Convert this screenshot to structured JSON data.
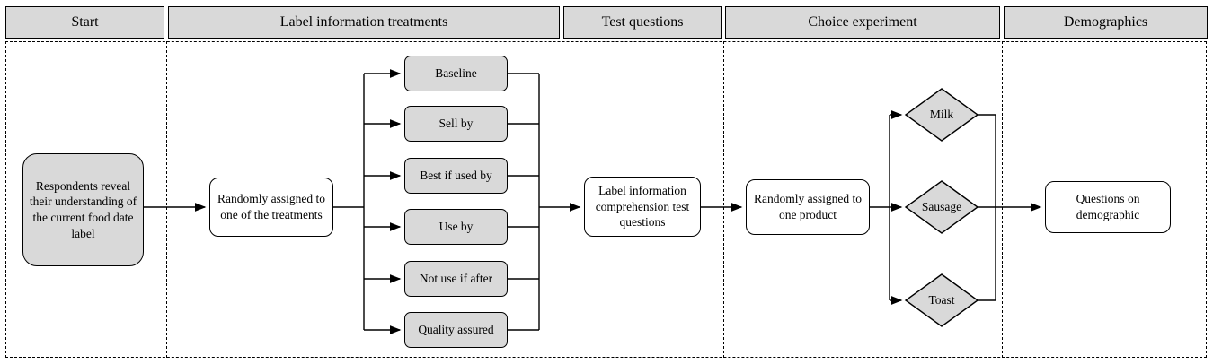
{
  "lanes": [
    {
      "title": "Start"
    },
    {
      "title": "Label information treatments"
    },
    {
      "title": "Test questions"
    },
    {
      "title": "Choice experiment"
    },
    {
      "title": "Demographics"
    }
  ],
  "nodes": {
    "start": "Respondents reveal their understanding of the current food date label",
    "assign_treatment": "Randomly assigned to one of the treatments",
    "treatments": [
      "Baseline",
      "Sell by",
      "Best if used by",
      "Use by",
      "Not use if after",
      "Quality assured"
    ],
    "test_questions": "Label information comprehension test questions",
    "assign_product": "Randomly assigned to one product",
    "products": [
      "Milk",
      "Sausage",
      "Toast"
    ],
    "demographics": "Questions on demographic"
  },
  "colors": {
    "node_fill": "#d9d9d9",
    "border": "#000000",
    "background": "#ffffff"
  }
}
